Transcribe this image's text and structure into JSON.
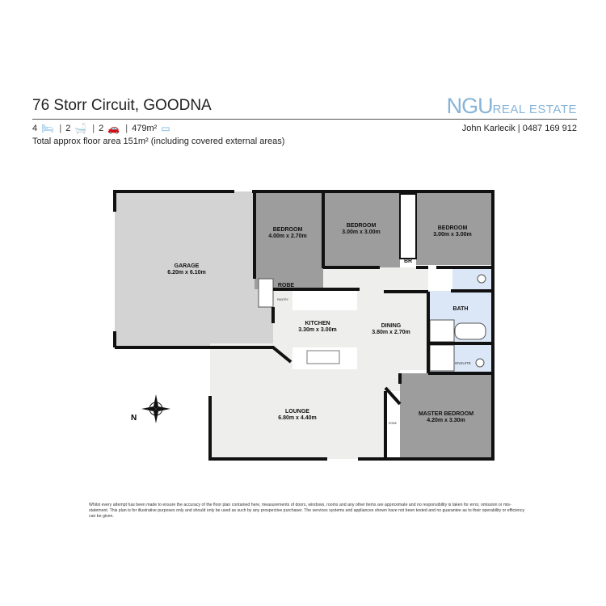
{
  "header": {
    "title": "76 Storr Circuit, GOODNA",
    "logo_main": "NGU",
    "logo_sub": "REAL ESTATE",
    "bedrooms": "4",
    "bathrooms": "2",
    "car_spaces": "2",
    "land_area": "479m²",
    "icons": [
      "bed-icon",
      "bath-icon",
      "car-icon",
      "land-icon"
    ],
    "contact": "John Karlecik | 0487 169 912",
    "floor_area": "Total approx floor area 151m² (including covered external areas)",
    "accent_color": "#86b4d8"
  },
  "rooms": {
    "garage": {
      "name": "GARAGE",
      "size": "6.20m  x 6.10m"
    },
    "bedroom1": {
      "name": "BEDROOM",
      "size": "4.00m  x 2.70m"
    },
    "bedroom2": {
      "name": "BEDROOM",
      "size": "3.00m  x 3.00m"
    },
    "bedroom3": {
      "name": "BEDROOM",
      "size": "3.00m  x 3.00m"
    },
    "kitchen": {
      "name": "KITCHEN",
      "size": "3.30m  x 3.00m"
    },
    "dining": {
      "name": "DINING",
      "size": "3.80m  x 2.70m"
    },
    "lounge": {
      "name": "LOUNGE",
      "size": "6.80m  x 4.40m"
    },
    "master": {
      "name": "MASTER BEDROOM",
      "size": "4.20m  x 3.30m"
    },
    "bath": "BATH",
    "ensuite": "ENSUITE",
    "robe": "ROBE",
    "br": "BR",
    "pantry": "PANTRY",
    "small_robe": "ROBE"
  },
  "compass": "N",
  "disclaimer": "Whilst every attempt has been made to ensure the accuracy of the floor plan contained here, measurements of doors, windows, rooms and any other items are approximate and no responsibility is taken for error, omission or mis-statement. This plan is for illustrative purposes only and should only be used as such by any prospective purchaser. The services systems and appliances shown have not been tested and no guarantee as to their operability or efficiency can be given."
}
